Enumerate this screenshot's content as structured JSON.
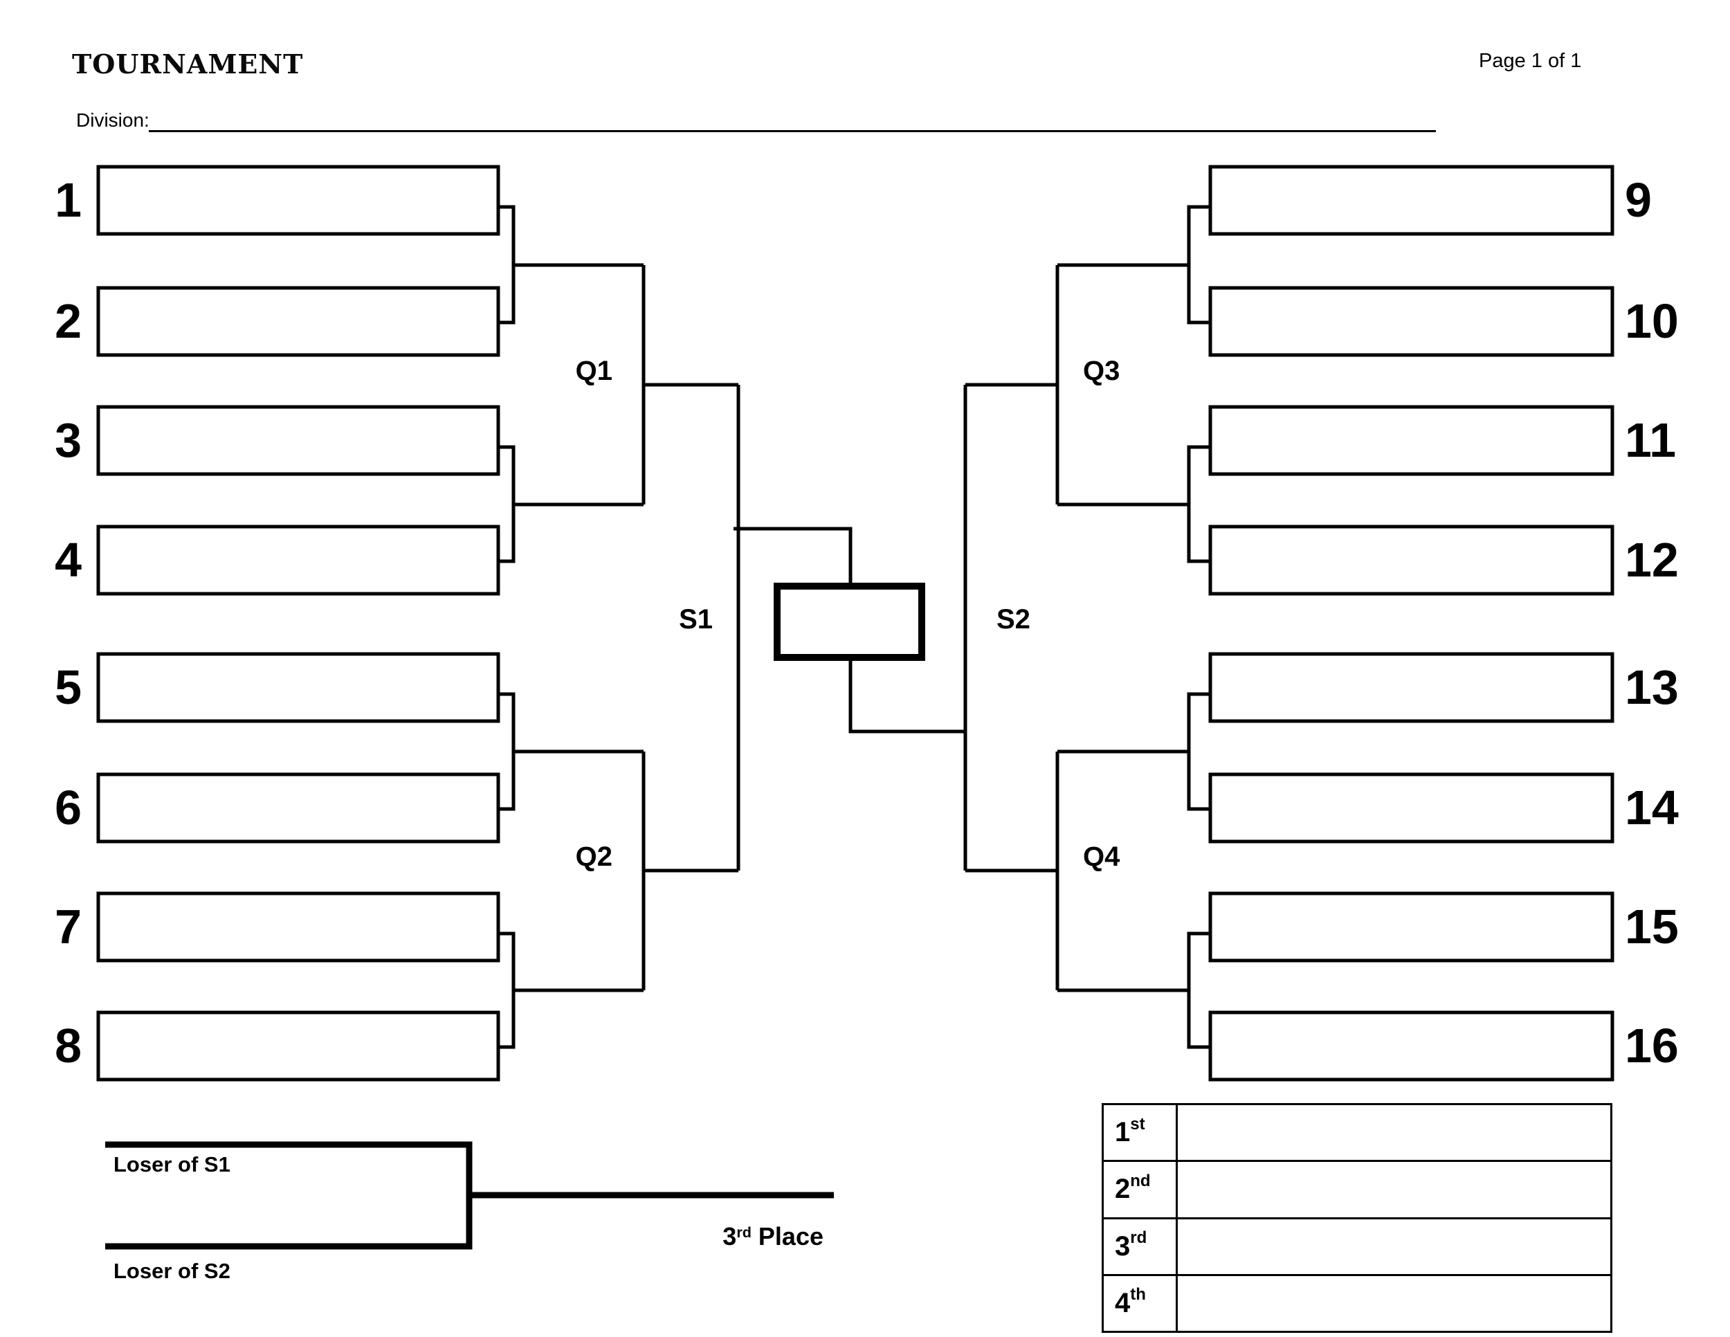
{
  "header": {
    "title": "TOURNAMENT",
    "page_label": "Page 1 of 1",
    "division_label": "Division:"
  },
  "bracket": {
    "seeds_left": [
      "1",
      "2",
      "3",
      "4",
      "5",
      "6",
      "7",
      "8"
    ],
    "seeds_right": [
      "9",
      "10",
      "11",
      "12",
      "13",
      "14",
      "15",
      "16"
    ],
    "match_labels": {
      "q1": "Q1",
      "q2": "Q2",
      "q3": "Q3",
      "q4": "Q4",
      "s1": "S1",
      "s2": "S2"
    }
  },
  "third_place": {
    "loser_s1": "Loser of S1",
    "loser_s2": "Loser of S2",
    "place_number": "3",
    "place_suffix": "rd",
    "place_word": " Place"
  },
  "standings": {
    "rows": [
      {
        "number": "1",
        "suffix": "st"
      },
      {
        "number": "2",
        "suffix": "nd"
      },
      {
        "number": "3",
        "suffix": "rd"
      },
      {
        "number": "4",
        "suffix": "th"
      }
    ]
  }
}
